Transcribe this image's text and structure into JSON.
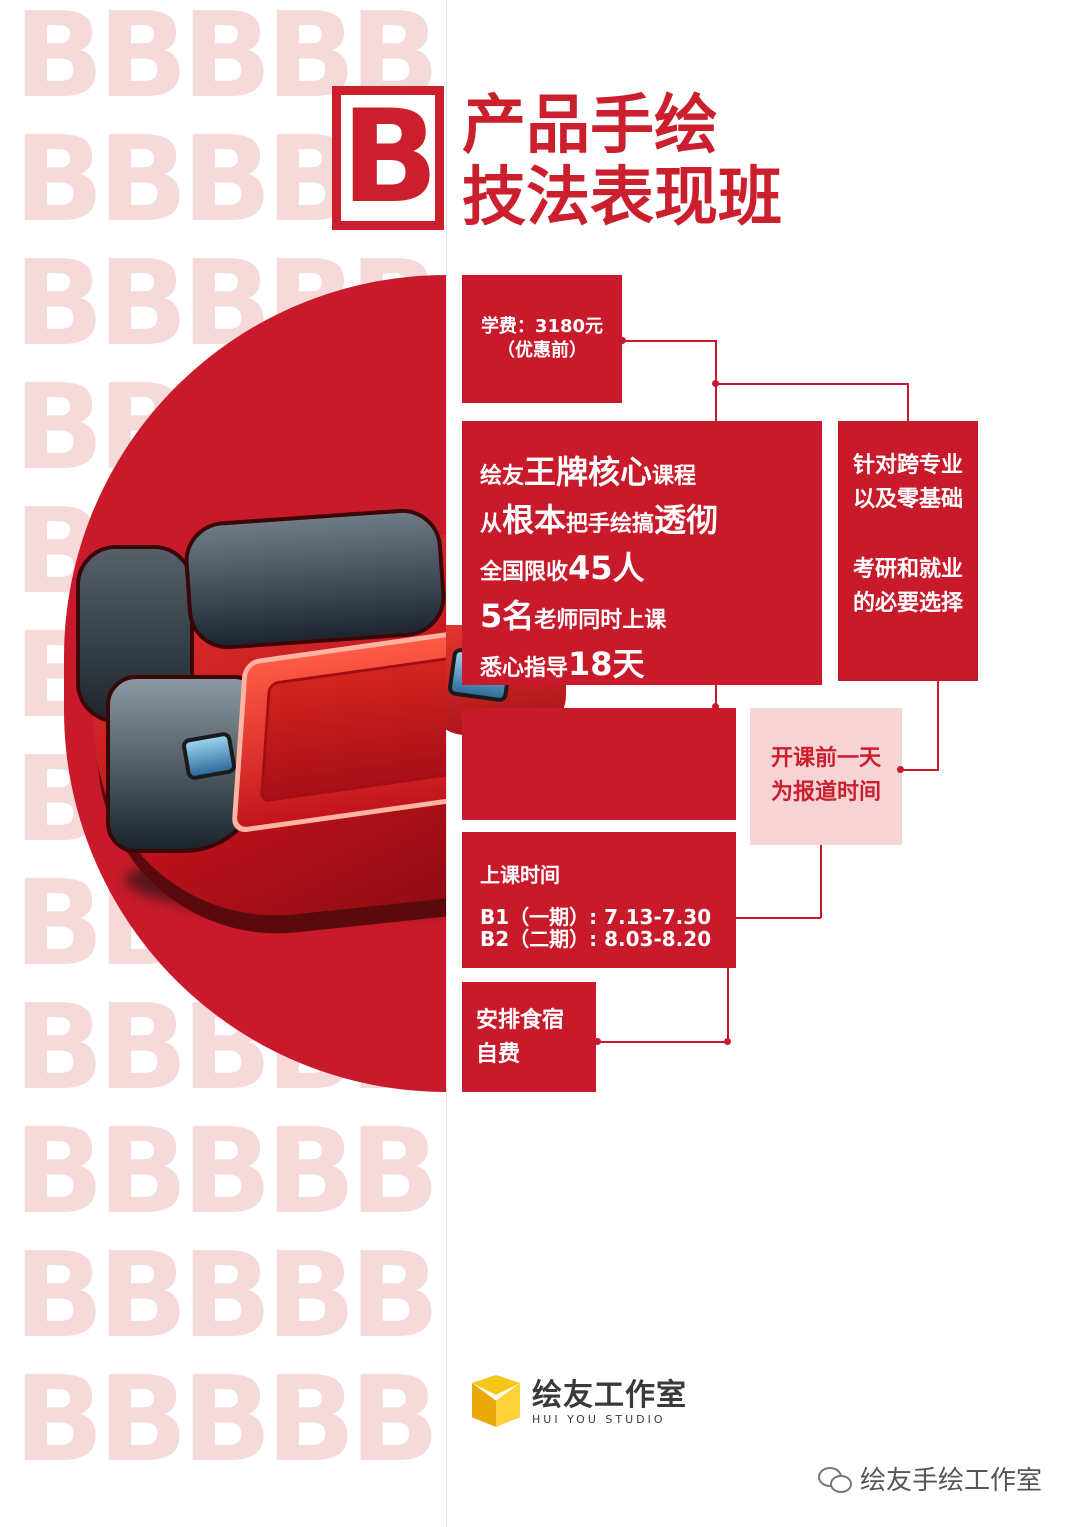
{
  "background_letters": [
    "BBBBB",
    "BBBBB",
    "BBBBB",
    "BBBBB",
    "BBBBB",
    "BBBBB",
    "BBBBB",
    "BBBBB",
    "BBBBB",
    "BBBBB",
    "BBBBB",
    "BBBBB"
  ],
  "header": {
    "badge_letter": "B",
    "title_line1": "产品手绘",
    "title_line2": "技法表现班"
  },
  "fee": {
    "line1": "学费：3180元",
    "line2": "（优惠前）"
  },
  "core": {
    "l1_a": "绘友",
    "l1_b": "王牌核心",
    "l1_c": "课程",
    "l2_a": "从",
    "l2_b": "根本",
    "l2_c": "把手绘搞",
    "l2_d": "透彻",
    "l3_a": "全国限收",
    "l3_b": "45人",
    "l4_a": "5名",
    "l4_b": "老师同时上课",
    "l5_a": "悉心指导",
    "l5_b": "18天"
  },
  "target": {
    "line1": "针对跨专业",
    "line2": "以及零基础",
    "line3": "考研和就业",
    "line4": "的必要选择"
  },
  "report": {
    "line1": "开课前一天",
    "line2": "为报道时间"
  },
  "schedule": {
    "heading": "上课时间",
    "b1": "B1（一期）: 7.13-7.30",
    "b2": "B2（二期）: 8.03-8.20"
  },
  "lodging": {
    "line1": "安排食宿",
    "line2": "自费"
  },
  "logo": {
    "name_cn": "绘友工作室",
    "name_en": "HUI YOU STUDIO"
  },
  "watermark": {
    "text": "绘友手绘工作室"
  },
  "colors": {
    "brand_red": "#c81a2a",
    "pale_pink": "#f6dada",
    "logo_yellow": "#f5c518"
  }
}
